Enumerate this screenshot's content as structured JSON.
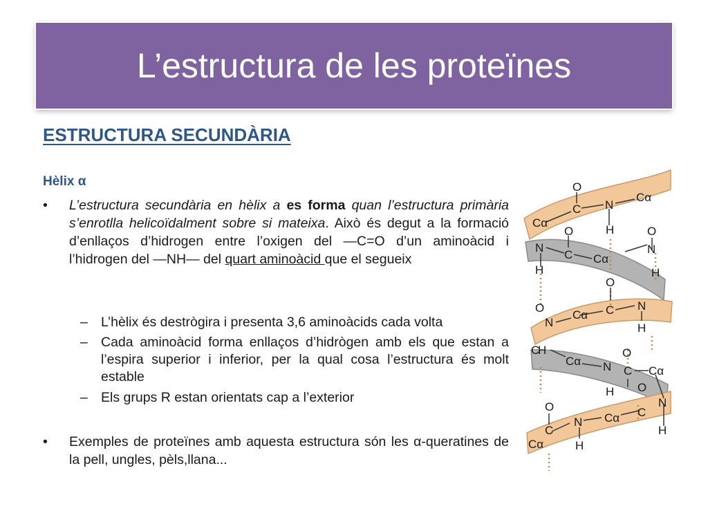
{
  "title": "L’estructura de les proteïnes",
  "section_heading": "ESTRUCTURA SECUNDÀRIA",
  "subheading": "Hèlix α",
  "bullet_1": {
    "italic_1": "L’estructura secundària en hèlix a ",
    "bold": "es forma",
    "italic_2": " quan l’estructura primària s’enrotlla helicoïdalment sobre si mateixa",
    "text_1": ". Això és degut a la formació d’enllaços d’hidrogen entre l’oxigen del —C=O d’un aminoàcid i l’hidrogen  del —NH— del ",
    "underlined": "quart aminoàcid ",
    "text_2": "que el segueix"
  },
  "sub_items": [
    "L’hèlix és destrògira i presenta 3,6 aminoàcids cada volta",
    "Cada aminoàcid forma enllaços d’hidrògen amb els que estan a l’espira superior i inferior, per la qual cosa l’estructura és molt estable",
    "Els grups R estan  orientats cap a l’exterior"
  ],
  "bullet_2": "Exemples de proteïnes amb aquesta estructura són les α-queratines de la pell, ungles, pèls,llana...",
  "symbols": {
    "bullet": "•",
    "dash": "–"
  },
  "figure_atoms": {
    "O": "O",
    "C": "C",
    "N": "N",
    "H": "H",
    "Ca": "Cα"
  },
  "colors": {
    "banner": "#7f63a1",
    "heading": "#2f5689",
    "ribbon_tan": "#f2c79a",
    "ribbon_gray": "#b3b3b3"
  }
}
